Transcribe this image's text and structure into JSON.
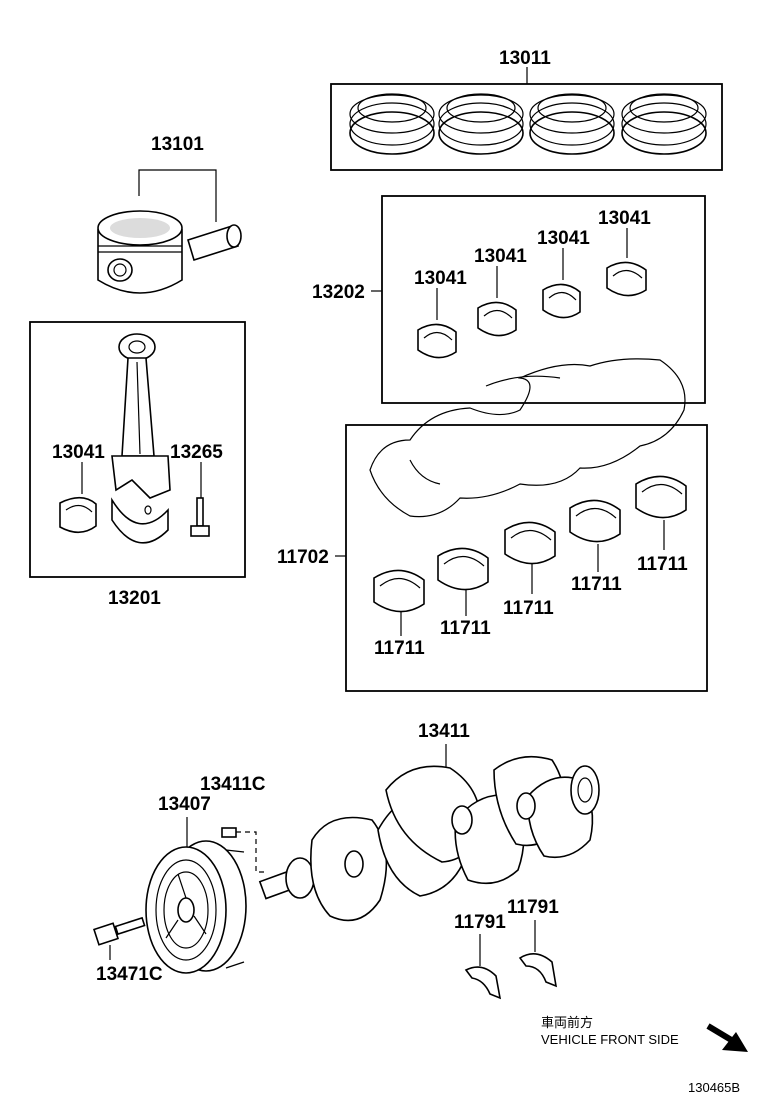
{
  "labels": {
    "piston_rings": "13011",
    "piston_pin": "13101",
    "conrod_bearing_set": "13202",
    "bearing_a": "13041",
    "bearing_b": "13041",
    "bearing_c": "13041",
    "bearing_d": "13041",
    "conrod_bearing": "13041",
    "conrod_bolt": "13265",
    "conrod_assy": "13201",
    "main_bearing_set": "11702",
    "main_bearing_1": "11711",
    "main_bearing_2": "11711",
    "main_bearing_3": "11711",
    "main_bearing_4": "11711",
    "main_bearing_5": "11711",
    "crankshaft": "13411",
    "crank_key": "13411C",
    "pulley": "13407",
    "pulley_bolt": "13471C",
    "thrust_washer_1": "11791",
    "thrust_washer_2": "11791"
  },
  "direction": {
    "japanese": "車両前方",
    "english": "VEHICLE FRONT SIDE"
  },
  "figure_number": "130465B"
}
